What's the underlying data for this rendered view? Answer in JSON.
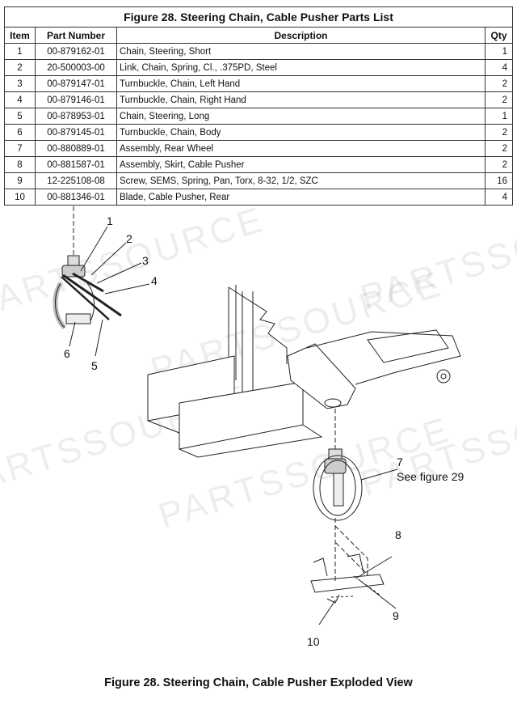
{
  "table": {
    "title": "Figure 28.  Steering Chain, Cable Pusher Parts List",
    "headers": {
      "item": "Item",
      "part": "Part Number",
      "desc": "Description",
      "qty": "Qty"
    },
    "rows": [
      {
        "item": "1",
        "part": "00-879162-01",
        "desc": "Chain, Steering, Short",
        "qty": "1"
      },
      {
        "item": "2",
        "part": "20-500003-00",
        "desc": "Link, Chain, Spring, Cl., .375PD, Steel",
        "qty": "4"
      },
      {
        "item": "3",
        "part": "00-879147-01",
        "desc": "Turnbuckle, Chain, Left Hand",
        "qty": "2"
      },
      {
        "item": "4",
        "part": "00-879146-01",
        "desc": "Turnbuckle, Chain, Right Hand",
        "qty": "2"
      },
      {
        "item": "5",
        "part": "00-878953-01",
        "desc": "Chain, Steering, Long",
        "qty": "1"
      },
      {
        "item": "6",
        "part": "00-879145-01",
        "desc": "Turnbuckle, Chain, Body",
        "qty": "2"
      },
      {
        "item": "7",
        "part": "00-880889-01",
        "desc": "Assembly, Rear Wheel",
        "qty": "2"
      },
      {
        "item": "8",
        "part": "00-881587-01",
        "desc": "Assembly, Skirt, Cable Pusher",
        "qty": "2"
      },
      {
        "item": "9",
        "part": "12-225108-08",
        "desc": "Screw, SEMS, Spring, Pan, Torx, 8-32, 1/2, SZC",
        "qty": "16"
      },
      {
        "item": "10",
        "part": "00-881346-01",
        "desc": "Blade, Cable Pusher, Rear",
        "qty": "4"
      }
    ]
  },
  "diagram": {
    "callouts": [
      "1",
      "2",
      "3",
      "4",
      "5",
      "6",
      "7",
      "8",
      "9",
      "10"
    ],
    "see_figure": "See figure 29",
    "watermark": "PARTSSOURCE"
  },
  "caption": "Figure 28.  Steering Chain, Cable Pusher Exploded View"
}
